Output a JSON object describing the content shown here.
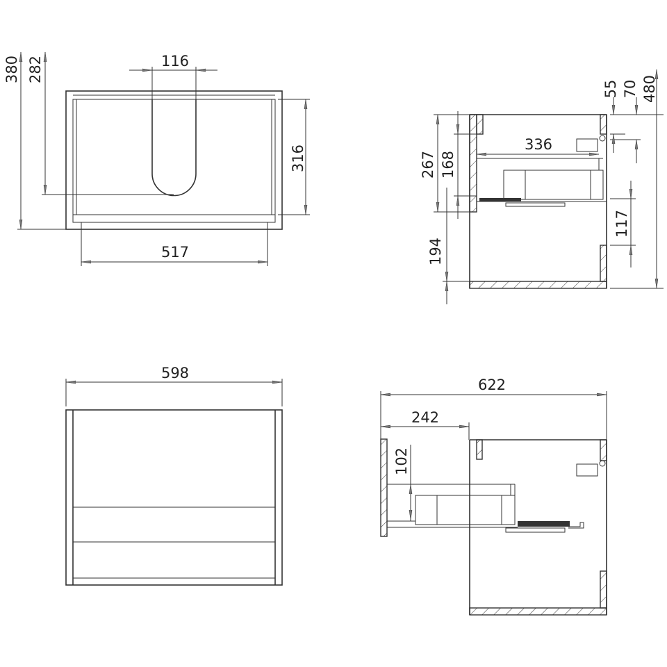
{
  "views": {
    "front_top": {
      "dims": {
        "height_total": "380",
        "height_cutout": "282",
        "cutout_width": "116",
        "inner_height": "316",
        "inner_width": "517"
      }
    },
    "side_top": {
      "dims": {
        "h267": "267",
        "h168": "168",
        "h194": "194",
        "depth336": "336",
        "h55": "55",
        "h70": "70",
        "h480": "480",
        "h117": "117"
      }
    },
    "front_bottom": {
      "dims": {
        "width": "598"
      }
    },
    "side_bottom": {
      "dims": {
        "depth": "622",
        "extension": "242",
        "h102": "102"
      }
    }
  },
  "colors": {
    "line": "#333333",
    "background": "#ffffff"
  }
}
